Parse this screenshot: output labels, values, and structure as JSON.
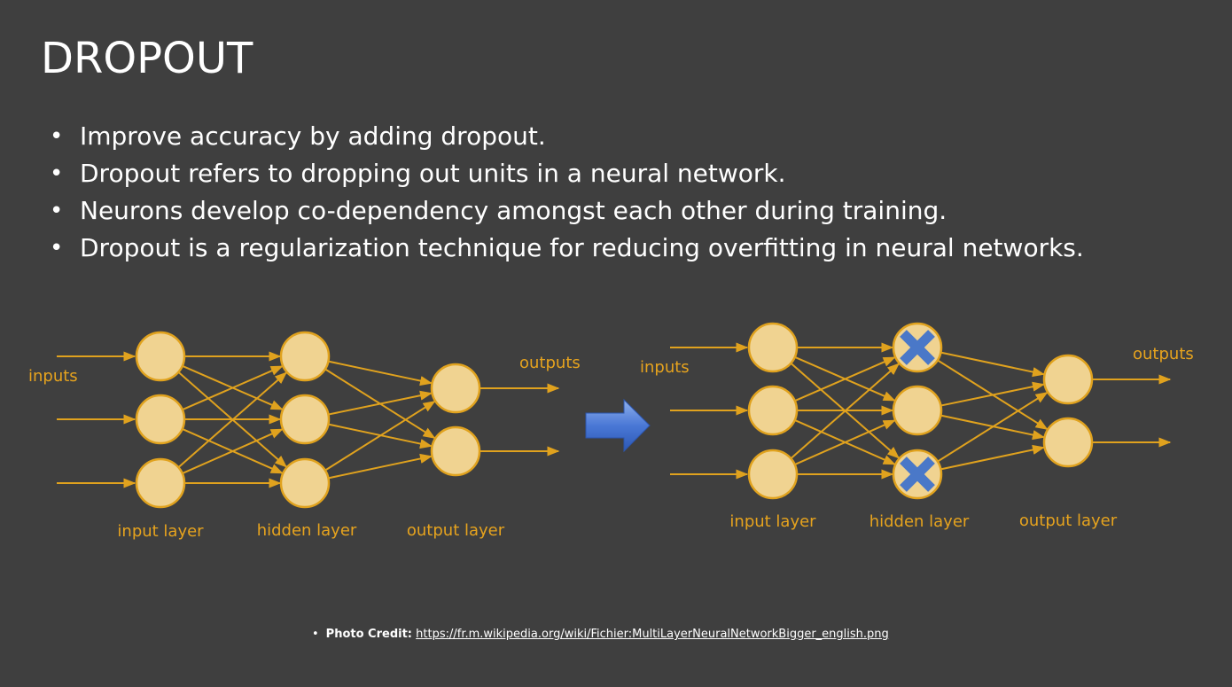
{
  "slide": {
    "title": "DROPOUT",
    "bullets": [
      "Improve accuracy by adding dropout.",
      "Dropout refers to dropping out units in a neural network.",
      "Neurons develop co-dependency amongst each other during training.",
      "Dropout is a regularization technique for reducing overfitting in neural networks."
    ]
  },
  "diagram": {
    "before": {
      "inputs_label": "inputs",
      "outputs_label": "outputs",
      "input_layer_label": "input layer",
      "hidden_layer_label": "hidden layer",
      "output_layer_label": "output layer"
    },
    "after": {
      "inputs_label": "inputs",
      "outputs_label": "outputs",
      "input_layer_label": "input layer",
      "hidden_layer_label": "hidden layer",
      "output_layer_label": "output layer",
      "dropped_hidden_units": [
        1,
        3
      ]
    },
    "colors": {
      "node_fill": "#f0d391",
      "node_stroke": "#e0a21e",
      "edge": "#e0a21e",
      "label": "#e6a31e",
      "drop_mark": "#4a78c8",
      "arrow": "#3f6fd1"
    }
  },
  "credit": {
    "label": "Photo Credit:",
    "url": "https://fr.m.wikipedia.org/wiki/Fichier:MultiLayerNeuralNetworkBigger_english.png"
  }
}
